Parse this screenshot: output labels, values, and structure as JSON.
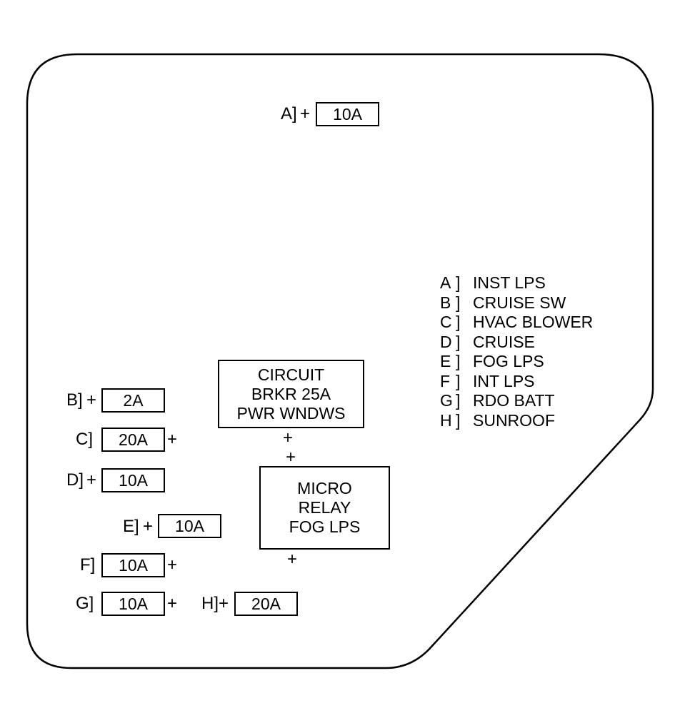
{
  "fuses": {
    "a": {
      "label": "A]",
      "plus": "+",
      "rating": "10A"
    },
    "b": {
      "label": "B]",
      "plus": "+",
      "rating": "2A"
    },
    "c": {
      "label": "C]",
      "plus": "+",
      "rating": "20A"
    },
    "d": {
      "label": "D]",
      "plus": "+",
      "rating": "10A"
    },
    "e": {
      "label": "E]",
      "plus": "+",
      "rating": "10A"
    },
    "f": {
      "label": "F]",
      "plus": "+",
      "rating": "10A"
    },
    "g": {
      "label": "G]",
      "plus": "+",
      "rating": "10A"
    },
    "h": {
      "label": "H]",
      "plus": "+",
      "rating": "20A"
    }
  },
  "circuit_breaker": {
    "lines": [
      "CIRCUIT",
      "BRKR 25A",
      "PWR WNDWS"
    ],
    "terminal": "+"
  },
  "micro_relay": {
    "lines": [
      "MICRO",
      "RELAY",
      "FOG LPS"
    ],
    "terminal_top": "+",
    "terminal_bottom": "+"
  },
  "legend": [
    {
      "letter": "A",
      "bracket": "]",
      "text": "INST LPS"
    },
    {
      "letter": "B",
      "bracket": "]",
      "text": "CRUISE SW"
    },
    {
      "letter": "C",
      "bracket": "]",
      "text": "HVAC BLOWER"
    },
    {
      "letter": "D",
      "bracket": "]",
      "text": "CRUISE"
    },
    {
      "letter": "E",
      "bracket": "]",
      "text": "FOG LPS"
    },
    {
      "letter": "F",
      "bracket": "]",
      "text": "INT LPS"
    },
    {
      "letter": "G",
      "bracket": "]",
      "text": "RDO BATT"
    },
    {
      "letter": "H",
      "bracket": "]",
      "text": "SUNROOF"
    }
  ]
}
